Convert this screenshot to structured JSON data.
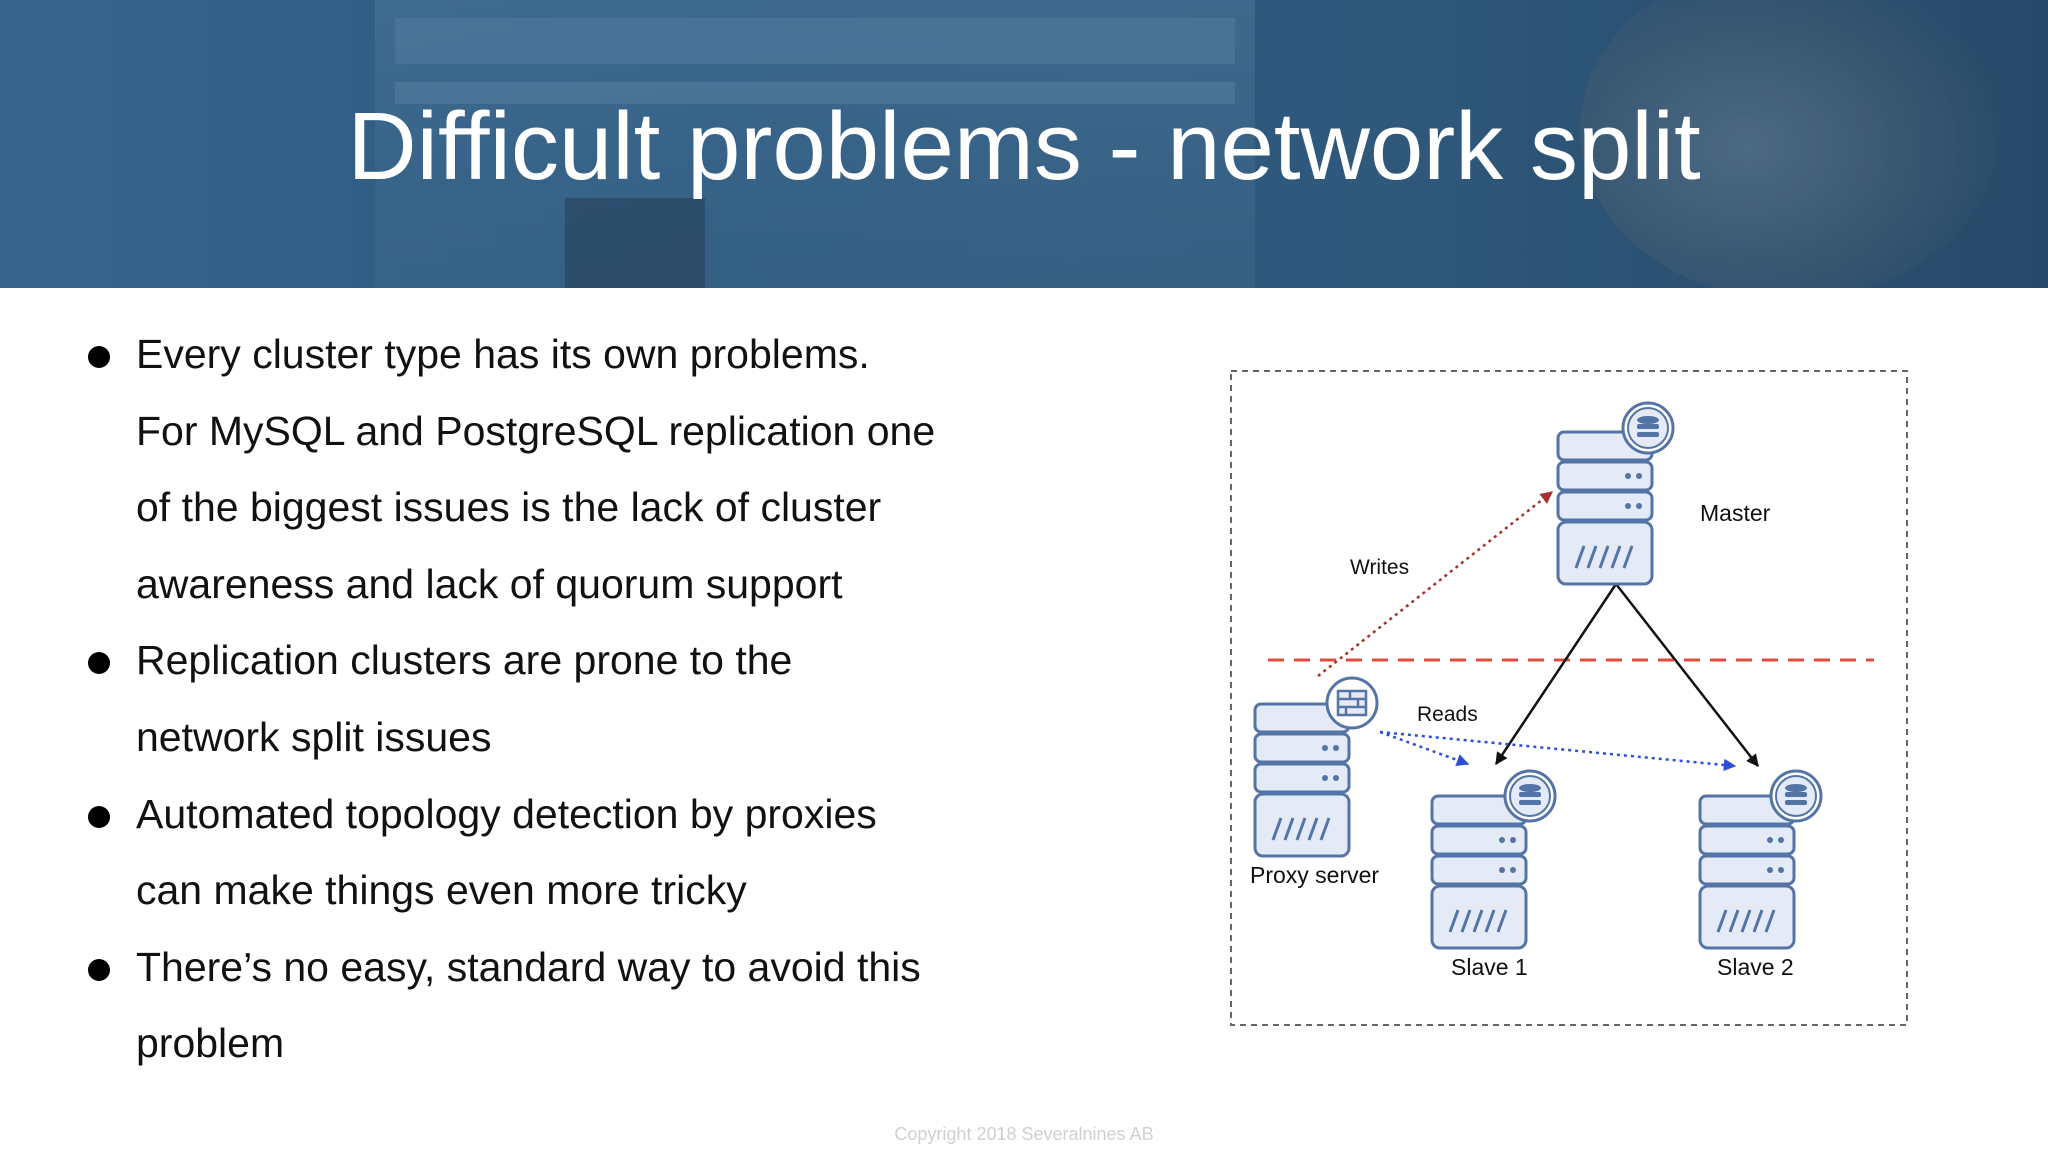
{
  "slide": {
    "title": "Difficult problems - network split",
    "bullets": [
      [
        "Every cluster type has its own problems.",
        "For MySQL and PostgreSQL replication one",
        "of the biggest issues is the lack of cluster",
        "awareness and lack of quorum support"
      ],
      [
        "Replication clusters are prone to the",
        "network split issues"
      ],
      [
        "Automated topology detection by proxies",
        "can make things even more tricky"
      ],
      [
        "There’s no easy, standard way to avoid this",
        "problem"
      ]
    ],
    "copyright": "Copyright 2018 Severalnines AB"
  },
  "diagram": {
    "nodes": {
      "master": "Master",
      "proxy": "Proxy server",
      "slave1": "Slave 1",
      "slave2": "Slave 2"
    },
    "edges": {
      "writes": "Writes",
      "reads": "Reads"
    },
    "colors": {
      "server_fill": "#e4eaf6",
      "server_stroke": "#5574a6",
      "writes_arrow": "#a3332a",
      "reads_arrow": "#2b4fd8",
      "split_line": "#e34c3c",
      "replication_arrow": "#111111"
    },
    "icons": [
      "server-icon",
      "database-icon",
      "firewall-icon"
    ]
  }
}
